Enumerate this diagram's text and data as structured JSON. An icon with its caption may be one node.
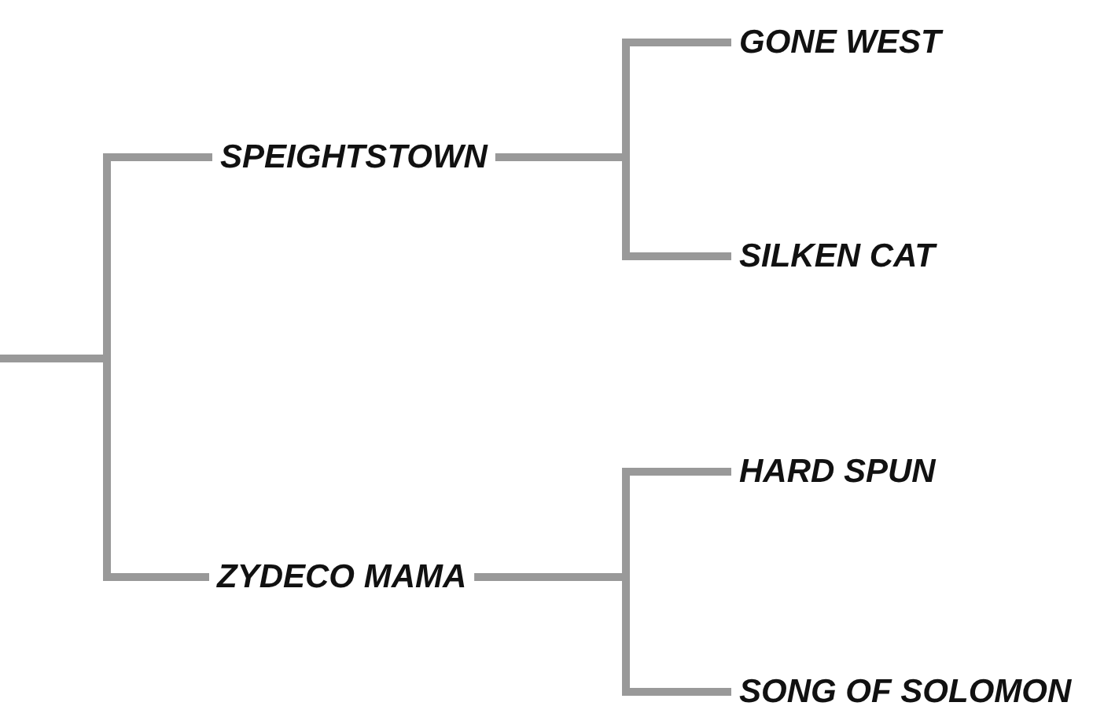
{
  "diagram": {
    "nodes": [
      {
        "text": [
          "SPEIGHTSTOWN"
        ]
      },
      {
        "text": [
          "GONE WEST"
        ]
      },
      {
        "text": [
          "SILKEN CAT"
        ]
      },
      {
        "text": [
          "ZYDECO MAMA"
        ]
      },
      {
        "text": [
          "HARD SPUN"
        ]
      },
      {
        "text": [
          "SONG OF SOLOMON"
        ]
      }
    ],
    "edges": [
      {
        "from": null,
        "to": 0,
        "arrow": "none"
      },
      {
        "from": null,
        "to": 3,
        "arrow": "none"
      },
      {
        "from": 0,
        "to": 1,
        "arrow": "none"
      },
      {
        "from": 0,
        "to": 2,
        "arrow": "none"
      },
      {
        "from": 3,
        "to": 4,
        "arrow": "none"
      },
      {
        "from": 3,
        "to": 5,
        "arrow": "none"
      }
    ]
  }
}
